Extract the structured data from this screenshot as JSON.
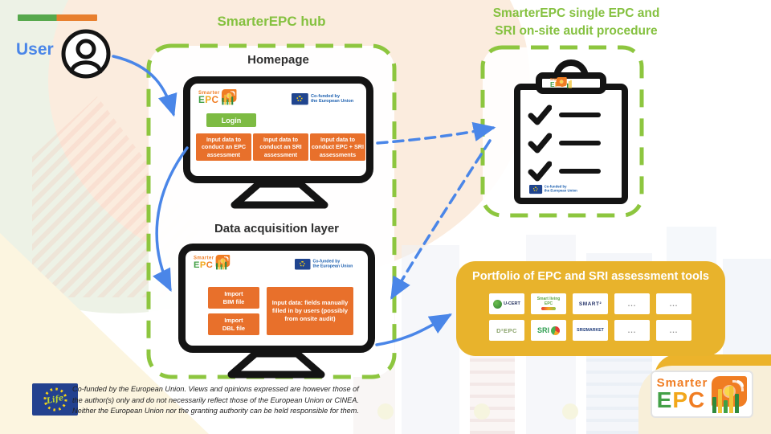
{
  "brand": {
    "smarter": "Smarter",
    "epc_letters": [
      "E",
      "P",
      "C"
    ]
  },
  "eu": {
    "line1": "Co-funded by",
    "line2": "the European Union"
  },
  "user": {
    "label": "User"
  },
  "hub": {
    "title": "SmarterEPC hub",
    "homepage": {
      "title": "Homepage",
      "login_label": "Login",
      "buttons": [
        "Input data to conduct an EPC assessment",
        "Input data to conduct an SRI assessment",
        "Input data to conduct EPC + SRI assessments"
      ]
    },
    "data_acquisition": {
      "title": "Data acquisition layer",
      "import_buttons": [
        "Import\nBIM file",
        "Import\nDBL file"
      ],
      "main_button": "Input data: fields manually filled in by users (possibly from onsite audit)"
    }
  },
  "audit": {
    "title_lines": [
      "SmarterEPC single EPC and",
      "SRI on-site audit procedure"
    ]
  },
  "portfolio": {
    "title": "Portfolio of EPC and SRI assessment tools",
    "tools": [
      "U-CERT",
      "Smart living EPC",
      "SMART²",
      "...",
      "...",
      "D²EPC",
      "SRI",
      "SRI2MARKET",
      "...",
      "..."
    ]
  },
  "footer": {
    "life_label": "Life",
    "disclaimer": [
      "Co-funded by the European Union. Views and opinions expressed are however those of",
      "the author(s) only and do not necessarily reflect those of the European Union or CINEA.",
      "Neither the European Union nor the granting authority can be held responsible for them."
    ]
  },
  "colors": {
    "green": "#8DC63F",
    "orange": "#E8702B",
    "gold": "#E8B32C",
    "blue": "#4A86E8",
    "eu_blue": "#20458F"
  }
}
